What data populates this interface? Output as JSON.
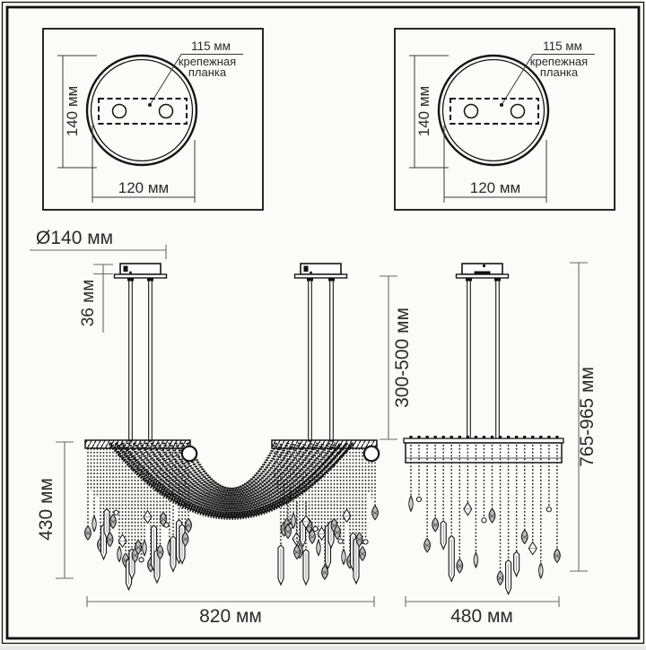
{
  "colors": {
    "background": "#fbfbfa",
    "line": "#151515",
    "dimension_line": "#6a6a6a",
    "text": "#2b2b2b"
  },
  "mount_view": {
    "plate_width_label": "115 мм",
    "plate_name_line1": "крепежная",
    "plate_name_line2": "планка",
    "height_label": "140 мм",
    "width_label": "120 мм"
  },
  "front_view": {
    "canopy_diameter_label": "Ø140 мм",
    "canopy_height_label": "36 мм",
    "cascade_height_label": "430 мм",
    "suspension_length_label": "300-500 мм",
    "overall_width_label": "820 мм"
  },
  "side_view": {
    "overall_height_label": "765-965 мм",
    "overall_width_label": "480 мм"
  }
}
